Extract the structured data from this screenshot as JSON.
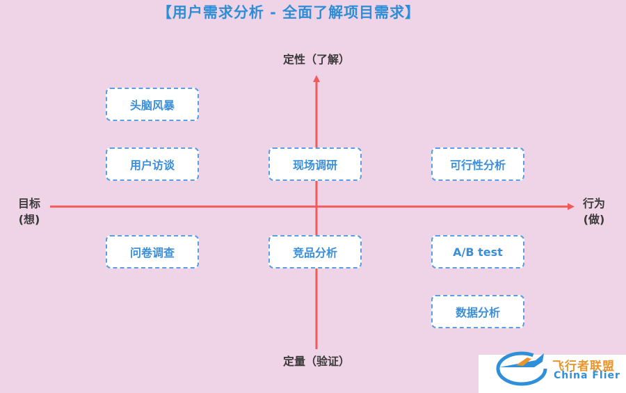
{
  "title": "【用户需求分析 - 全面了解项目需求】",
  "axes": {
    "top": "定性（了解）",
    "bottom": "定量（验证）",
    "left_line1": "目标",
    "left_line2": "(想)",
    "right_line1": "行为",
    "right_line2": "(做)"
  },
  "boxes": {
    "brainstorm": "头脑风暴",
    "interview": "用户访谈",
    "field_research": "现场调研",
    "feasibility": "可行性分析",
    "questionnaire": "问卷调查",
    "competitor": "竞品分析",
    "ab_test": "A/B test",
    "data_analysis": "数据分析"
  },
  "watermark": {
    "cn": "飞行者联盟",
    "en": "China Flier"
  },
  "colors": {
    "background": "#efd3e6",
    "axis": "#f05a5a",
    "box_border": "#5a9de0",
    "box_text": "#3b8fd9",
    "title": "#2b8ed6"
  }
}
